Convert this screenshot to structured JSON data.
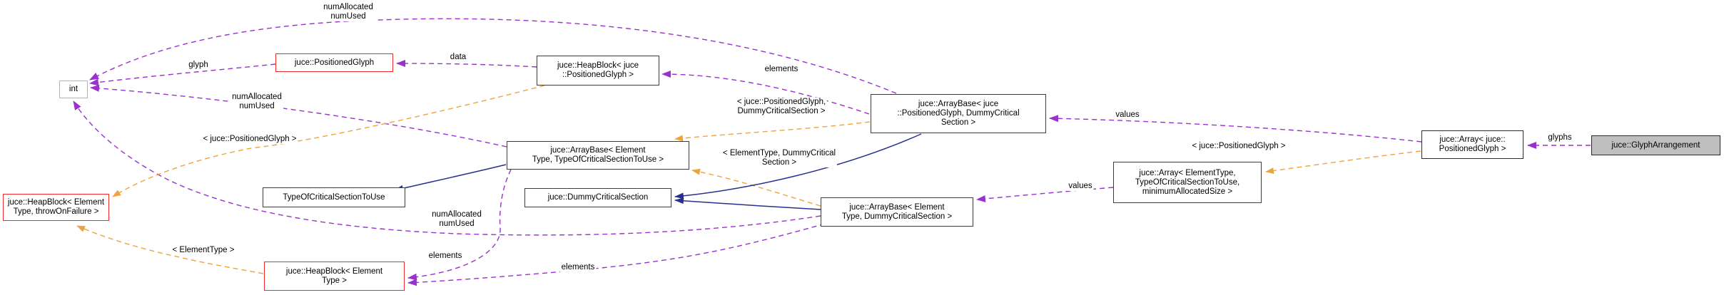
{
  "diagram_type": "doxygen-collaboration-graph",
  "main_class": "juce::GlyphArrangement",
  "colors": {
    "usage_edge_purple": "#9932cc",
    "template_edge_orange": "#efa33c",
    "inheritance_edge_navy": "#27308c",
    "red_node_border": "#ee2c2c",
    "dark_node_border": "#3d3d3d",
    "external_node_border": "#b4b4b4",
    "main_node_fill": "#bfbfbf",
    "background": "#ffffff"
  },
  "nodes": {
    "int": {
      "label": "int"
    },
    "positioned_glyph": {
      "label": "juce::PositionedGlyph"
    },
    "heapblock_pg": {
      "label": "juce::HeapBlock< juce\n::PositionedGlyph >"
    },
    "arraybase_pg_dummy": {
      "label": "juce::ArrayBase< juce\n::PositionedGlyph, DummyCritical\nSection >"
    },
    "arraybase_et_tocs": {
      "label": "juce::ArrayBase< Element\nType, TypeOfCriticalSectionToUse >"
    },
    "typeof_cs": {
      "label": "TypeOfCriticalSectionToUse"
    },
    "dummy_cs": {
      "label": "juce::DummyCriticalSection"
    },
    "arraybase_et_dummy": {
      "label": "juce::ArrayBase< Element\nType, DummyCriticalSection >"
    },
    "array_et": {
      "label": "juce::Array< ElementType,\nTypeOfCriticalSectionToUse,\nminimumAllocatedSize >"
    },
    "array_pg": {
      "label": "juce::Array< juce::\nPositionedGlyph >"
    },
    "glyph_arrangement": {
      "label": "juce::GlyphArrangement"
    },
    "heapblock_et_throw": {
      "label": "juce::HeapBlock< Element\nType, throwOnFailure >"
    },
    "heapblock_et": {
      "label": "juce::HeapBlock< Element\nType >"
    }
  },
  "edge_labels": {
    "num_top": "numAllocated\nnumUsed",
    "glyph": "glyph",
    "data": "data",
    "num_mid": "numAllocated\nnumUsed",
    "pg_left": "< juce::PositionedGlyph >",
    "elements_top": "elements",
    "pg_dummy": "< juce::PositionedGlyph,\nDummyCriticalSection >",
    "et_dummy": "< ElementType, DummyCritical\nSection >",
    "values_top": "values",
    "pg_right": "< juce::PositionedGlyph >",
    "glyphs": "glyphs",
    "values_mid": "values",
    "num_bottom": "numAllocated\nnumUsed",
    "element_type": "< ElementType >",
    "elements_left": "elements",
    "elements_mid": "elements"
  },
  "edges": [
    {
      "from": "juce::ArrayBase< juce::PositionedGlyph, DummyCriticalSection >",
      "to": "int",
      "label": "numAllocated numUsed",
      "kind": "usage"
    },
    {
      "from": "juce::PositionedGlyph",
      "to": "int",
      "label": "glyph",
      "kind": "usage"
    },
    {
      "from": "juce::HeapBlock< juce::PositionedGlyph >",
      "to": "juce::PositionedGlyph",
      "label": "data",
      "kind": "usage"
    },
    {
      "from": "juce::ArrayBase< juce::PositionedGlyph, DummyCriticalSection >",
      "to": "juce::HeapBlock< juce::PositionedGlyph >",
      "label": "elements",
      "kind": "usage"
    },
    {
      "from": "juce::ArrayBase< ElementType, TypeOfCriticalSectionToUse >",
      "to": "int",
      "label": "numAllocated numUsed",
      "kind": "usage"
    },
    {
      "from": "juce::ArrayBase< ElementType, DummyCriticalSection >",
      "to": "int",
      "label": "numAllocated numUsed",
      "kind": "usage"
    },
    {
      "from": "juce::ArrayBase< ElementType, TypeOfCriticalSectionToUse >",
      "to": "juce::HeapBlock< ElementType >",
      "label": "elements",
      "kind": "usage"
    },
    {
      "from": "juce::ArrayBase< ElementType, DummyCriticalSection >",
      "to": "juce::HeapBlock< ElementType >",
      "label": "elements",
      "kind": "usage"
    },
    {
      "from": "juce::Array< ElementType, TypeOfCriticalSectionToUse, minimumAllocatedSize >",
      "to": "juce::ArrayBase< ElementType, DummyCriticalSection >",
      "label": "values",
      "kind": "usage"
    },
    {
      "from": "juce::Array< juce::PositionedGlyph >",
      "to": "juce::ArrayBase< juce::PositionedGlyph, DummyCriticalSection >",
      "label": "values",
      "kind": "usage"
    },
    {
      "from": "juce::GlyphArrangement",
      "to": "juce::Array< juce::PositionedGlyph >",
      "label": "glyphs",
      "kind": "usage"
    },
    {
      "from": "juce::HeapBlock< juce::PositionedGlyph >",
      "to": "juce::HeapBlock< ElementType, throwOnFailure >",
      "label": "< juce::PositionedGlyph >",
      "kind": "template-instance"
    },
    {
      "from": "juce::HeapBlock< ElementType >",
      "to": "juce::HeapBlock< ElementType, throwOnFailure >",
      "label": "< ElementType >",
      "kind": "template-instance"
    },
    {
      "from": "juce::ArrayBase< juce::PositionedGlyph, DummyCriticalSection >",
      "to": "juce::ArrayBase< ElementType, TypeOfCriticalSectionToUse >",
      "label": "< juce::PositionedGlyph, DummyCriticalSection >",
      "kind": "template-instance"
    },
    {
      "from": "juce::ArrayBase< ElementType, DummyCriticalSection >",
      "to": "juce::ArrayBase< ElementType, TypeOfCriticalSectionToUse >",
      "label": "< ElementType, DummyCriticalSection >",
      "kind": "template-instance"
    },
    {
      "from": "juce::Array< juce::PositionedGlyph >",
      "to": "juce::Array< ElementType, TypeOfCriticalSectionToUse, minimumAllocatedSize >",
      "label": "< juce::PositionedGlyph >",
      "kind": "template-instance"
    },
    {
      "from": "juce::ArrayBase< ElementType, TypeOfCriticalSectionToUse >",
      "to": "TypeOfCriticalSectionToUse",
      "kind": "inheritance"
    },
    {
      "from": "juce::ArrayBase< juce::PositionedGlyph, DummyCriticalSection >",
      "to": "juce::DummyCriticalSection",
      "kind": "inheritance"
    },
    {
      "from": "juce::ArrayBase< ElementType, DummyCriticalSection >",
      "to": "juce::DummyCriticalSection",
      "kind": "inheritance"
    }
  ]
}
